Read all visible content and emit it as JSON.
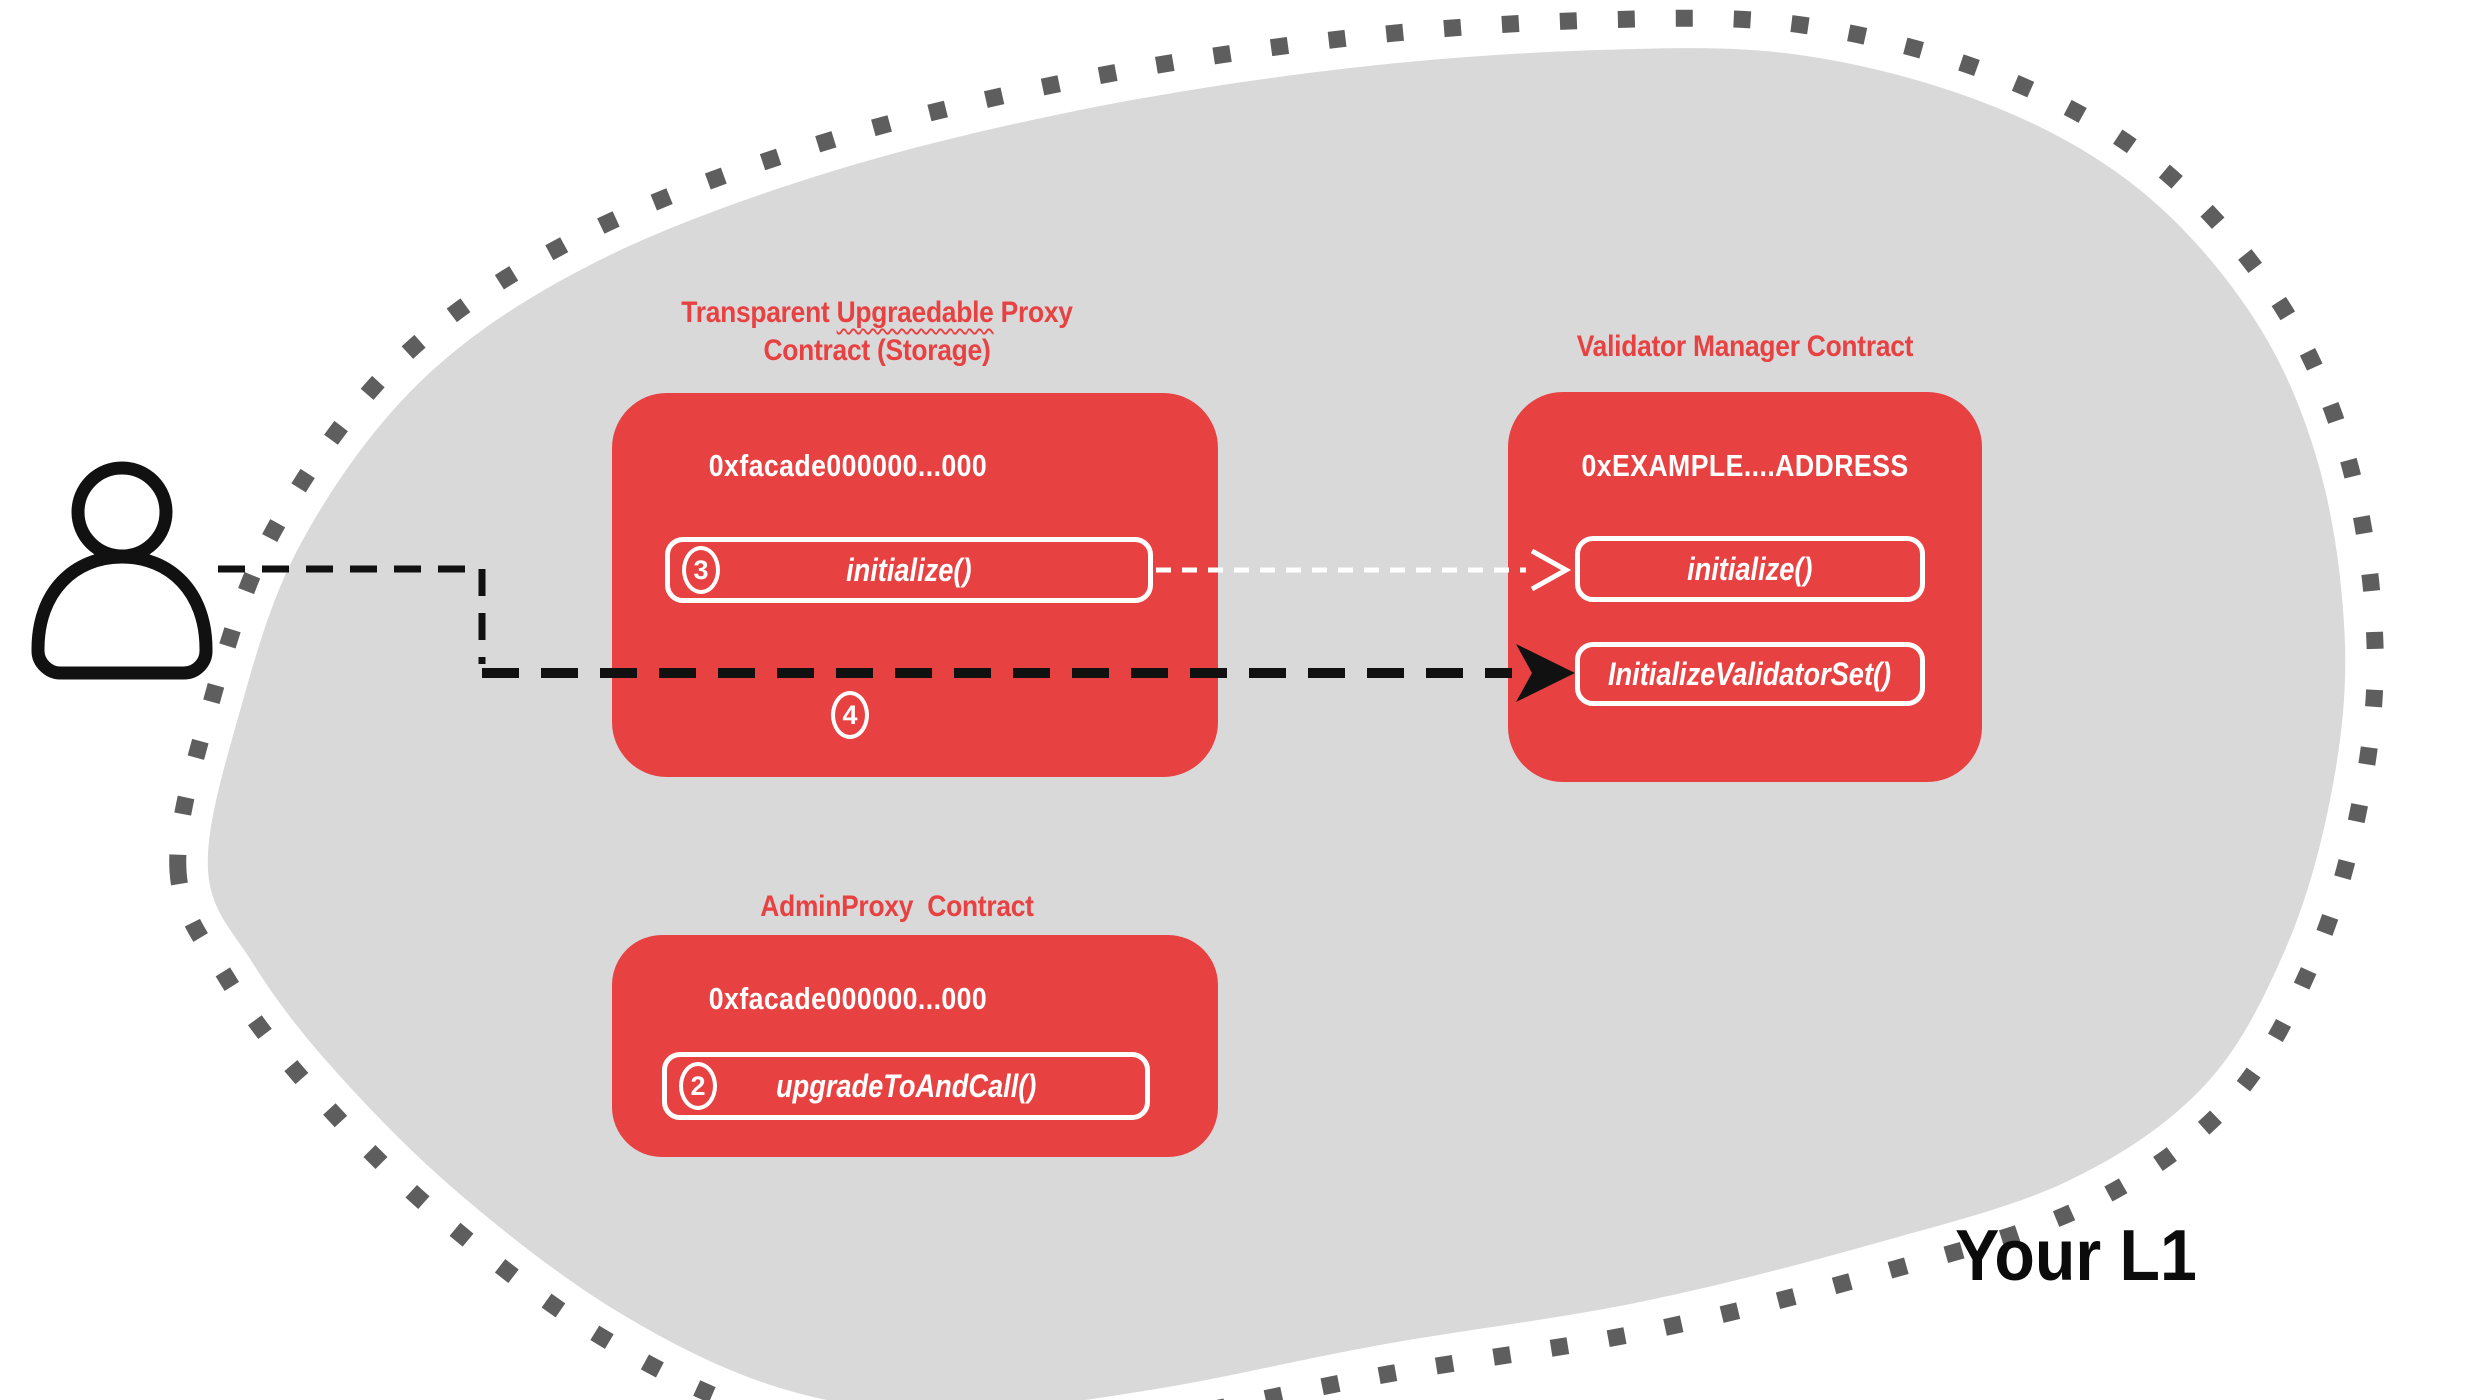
{
  "colors": {
    "accent": "#e84142",
    "blob": "#d9d9d9",
    "dots": "#5e5e5e",
    "ink": "#111111",
    "white": "#ffffff"
  },
  "l1_label": "Your L1",
  "icons": {
    "person_icon": "outline-person-figure"
  },
  "proxy_contract": {
    "title_part1": "Transparent ",
    "title_part2": "Upgraedable",
    "title_part3": " Proxy",
    "title_line2": "Contract (Storage)",
    "address": "0xfacade000000...000",
    "initialize_step": "3",
    "initialize_label": "initialize()",
    "delegate_step": "4"
  },
  "validator_contract": {
    "title": "Validator Manager Contract",
    "address": "0xEXAMPLE....ADDRESS",
    "fn_initialize": "initialize()",
    "fn_initialize_validator_set": "InitializeValidatorSet()"
  },
  "admin_contract": {
    "title": "AdminProxy  Contract",
    "address": "0xfacade000000...000",
    "upgrade_step": "2",
    "upgrade_label": "upgradeToAndCall()"
  }
}
